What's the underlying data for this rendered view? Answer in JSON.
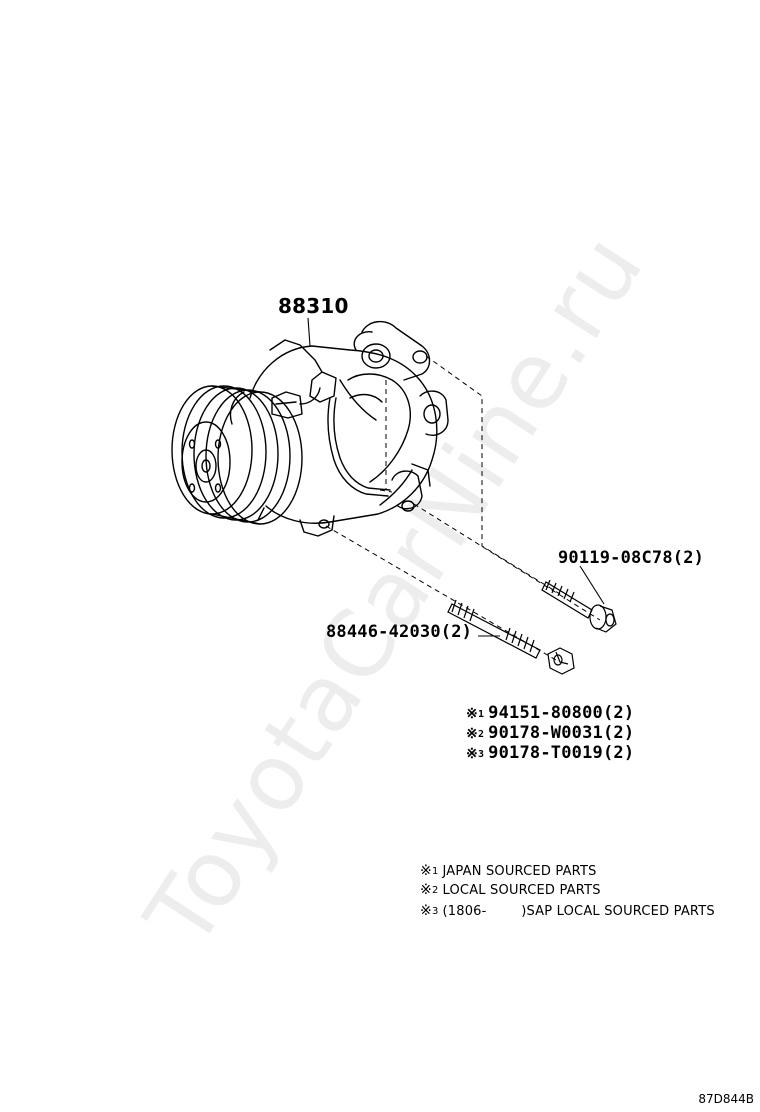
{
  "watermark": "ToyotaCarNine.ru",
  "parts": {
    "compressor": "88310",
    "bolt": "90119-08C78(2)",
    "stud": "88446-42030(2)",
    "nut_1": "94151-80800(2)",
    "nut_2": "90178-W0031(2)",
    "nut_3": "90178-T0019(2)"
  },
  "markers": {
    "symbol": "※",
    "n1": "1",
    "n2": "2",
    "n3": "3"
  },
  "notes": {
    "note1": "JAPAN SOURCED PARTS",
    "note2": "LOCAL SOURCED PARTS",
    "note3": "(1806-        )SAP LOCAL SOURCED PARTS"
  },
  "diagram_code": "87D844B"
}
